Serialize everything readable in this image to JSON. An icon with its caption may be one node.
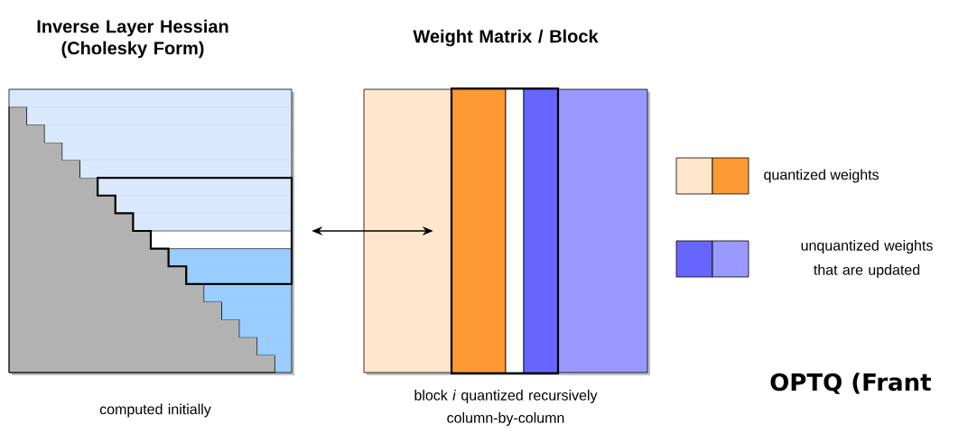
{
  "diagram": {
    "nodes": [
      {
        "text": [
          "Inverse Layer Hessian (Cholesky Form)"
        ],
        "beside": [
          "computed initially"
        ]
      },
      {
        "text": [
          "Weight Matrix / Block"
        ],
        "beside": [
          "block *i* quantized recursively column-by-column"
        ]
      }
    ],
    "edges": [
      {
        "from": 0,
        "to": 1,
        "arrow": "both"
      }
    ],
    "labels": [
      "OPTQ (Frant"
    ],
    "legend": [
      {
        "text": "quantized weights",
        "color": "#ffe6cc"
      },
      {
        "text": "unquantized weights that are updated",
        "color": "#6666ff"
      }
    ]
  }
}
